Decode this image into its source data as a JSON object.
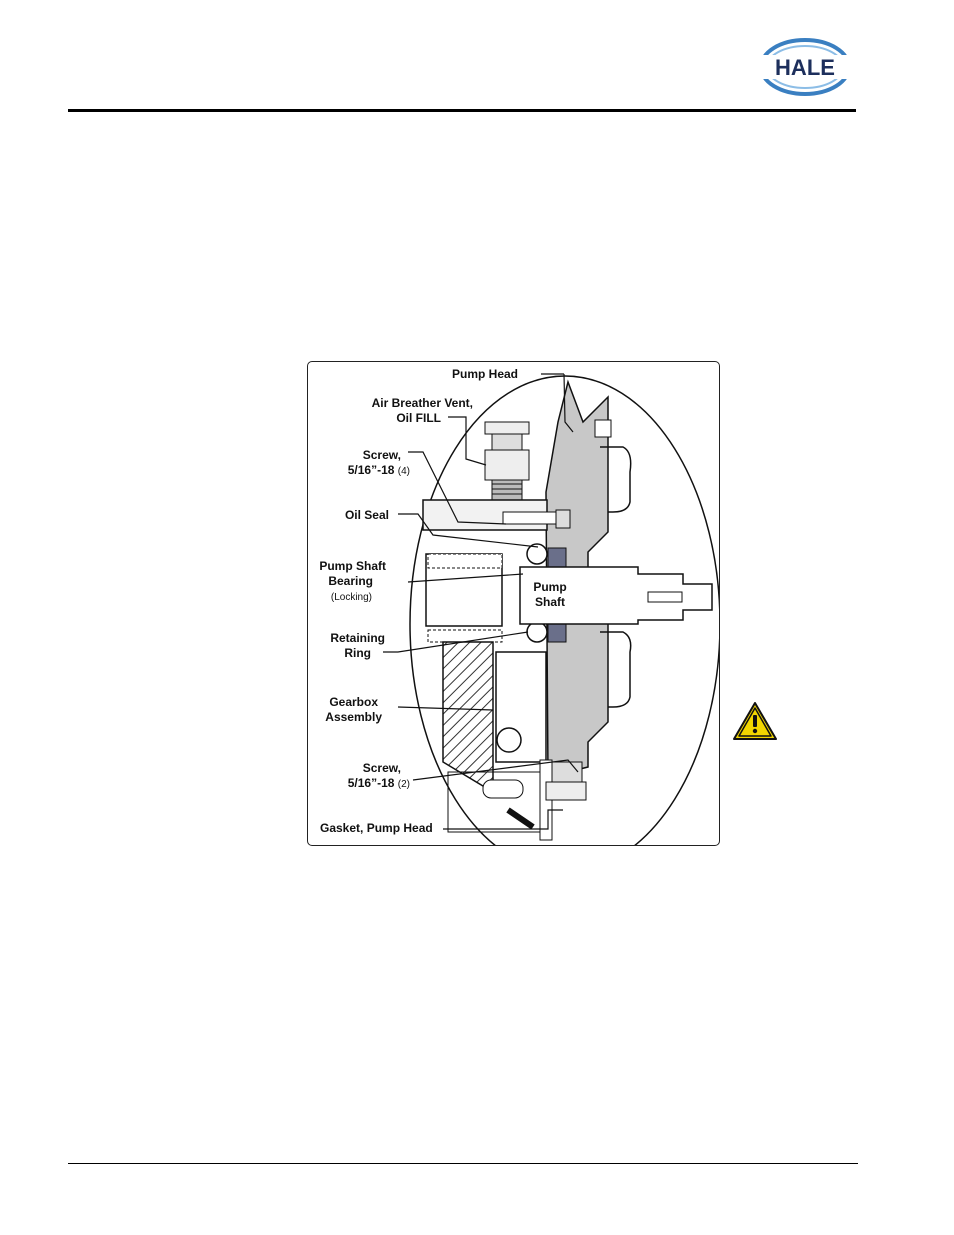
{
  "brand": {
    "logo_text": "HALE"
  },
  "figure": {
    "labels": {
      "pump_head": "Pump Head",
      "air_breather_1": "Air Breather Vent,",
      "air_breather_2": "Oil FILL",
      "screw_top_1": "Screw,",
      "screw_top_2": "5/16”-18",
      "screw_top_qty": "(4)",
      "oil_seal": "Oil Seal",
      "bearing_1": "Pump Shaft",
      "bearing_2": "Bearing",
      "bearing_3": "(Locking)",
      "shaft_1": "Pump",
      "shaft_2": "Shaft",
      "retaining_1": "Retaining",
      "retaining_2": "Ring",
      "gearbox_1": "Gearbox",
      "gearbox_2": "Assembly",
      "screw_bot_1": "Screw,",
      "screw_bot_2": "5/16”-18",
      "screw_bot_qty": "(2)",
      "gasket": "Gasket, Pump Head"
    }
  },
  "icons": {
    "warning": "warning-triangle-icon"
  }
}
